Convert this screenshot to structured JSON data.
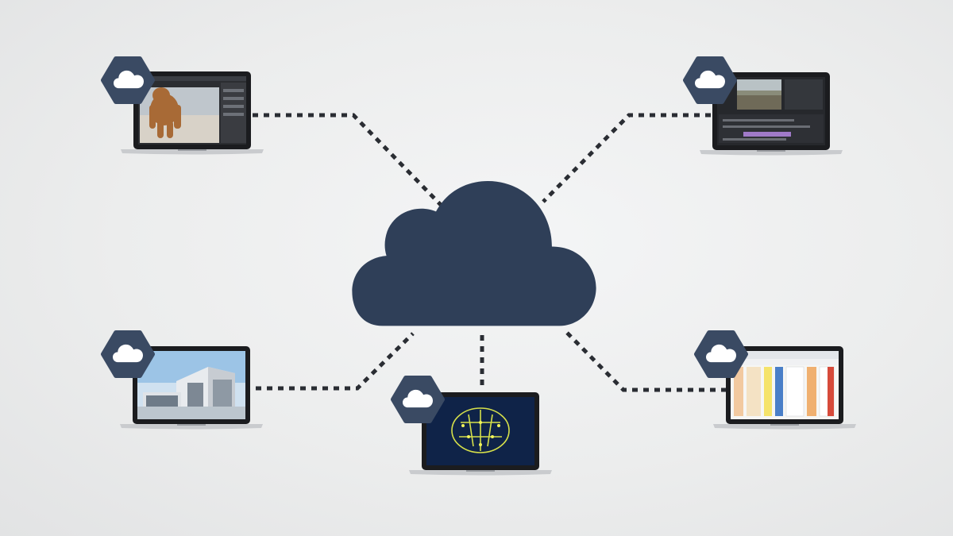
{
  "colors": {
    "cloud": "#2f3f58",
    "badge": "#3a4a63",
    "connector": "#2a2d33",
    "laptop_body": "#c9cbce",
    "laptop_bezel": "#1b1c1f",
    "background": "#ececed"
  },
  "hub": {
    "icon": "cloud-icon"
  },
  "devices": [
    {
      "id": "top-left",
      "screen": "3d-character-animation",
      "badge_icon": "cloud-icon"
    },
    {
      "id": "top-right",
      "screen": "video-editing",
      "badge_icon": "cloud-icon"
    },
    {
      "id": "bottom-left",
      "screen": "architecture-rendering",
      "badge_icon": "cloud-icon"
    },
    {
      "id": "bottom-center",
      "screen": "ai-brain-network",
      "badge_icon": "cloud-icon"
    },
    {
      "id": "bottom-right",
      "screen": "spreadsheet",
      "badge_icon": "cloud-icon"
    }
  ]
}
